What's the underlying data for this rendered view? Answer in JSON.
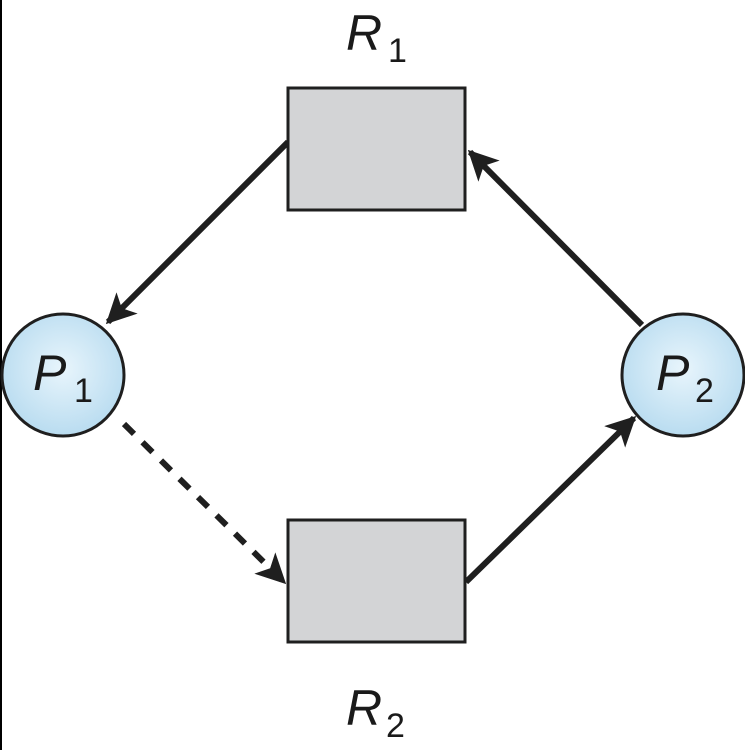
{
  "diagram": {
    "type": "resource-allocation-graph",
    "colors": {
      "process_fill_center": "#e8f5fc",
      "process_fill_edge": "#b9dcf0",
      "resource_fill": "#d3d4d6",
      "stroke": "#1f1f1f"
    },
    "processes": [
      {
        "id": "P1",
        "letter": "P",
        "subscript": "1"
      },
      {
        "id": "P2",
        "letter": "P",
        "subscript": "2"
      }
    ],
    "resources": [
      {
        "id": "R1",
        "letter": "R",
        "subscript": "1"
      },
      {
        "id": "R2",
        "letter": "R",
        "subscript": "2"
      }
    ],
    "edges": [
      {
        "from": "R1",
        "to": "P1",
        "kind": "assignment",
        "style": "solid"
      },
      {
        "from": "P2",
        "to": "R1",
        "kind": "request",
        "style": "solid"
      },
      {
        "from": "R2",
        "to": "P2",
        "kind": "assignment",
        "style": "solid"
      },
      {
        "from": "P1",
        "to": "R2",
        "kind": "claim",
        "style": "dashed"
      }
    ]
  }
}
